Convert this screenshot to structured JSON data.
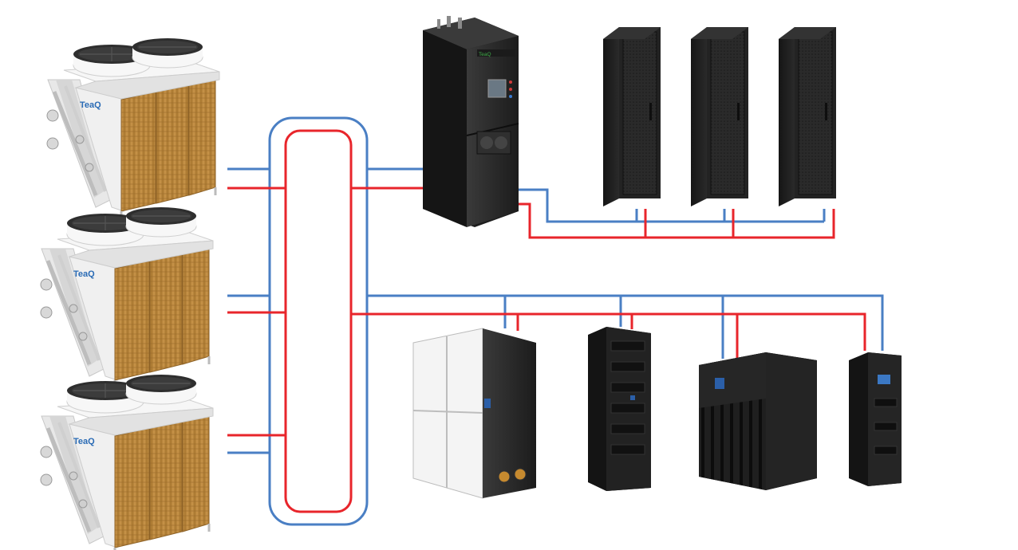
{
  "diagram": {
    "brand": "TeaQ",
    "colors": {
      "supply_pipe": "#e8252b",
      "return_pipe": "#4a7fc4",
      "cabinet": "#2b2b2b",
      "cabinet_dark": "#1a1a1a",
      "coil": "#b8863e",
      "fan_housing": "#f2f2f2",
      "frame": "#dcdcdc"
    },
    "components": {
      "dry_coolers": [
        "dry-cooler-1",
        "dry-cooler-2",
        "dry-cooler-3"
      ],
      "pump_unit": "pump-cabinet",
      "server_racks": [
        "server-rack-1",
        "server-rack-2",
        "server-rack-3"
      ],
      "cooling_units": [
        "cooling-unit-1",
        "cooling-unit-2",
        "cooling-unit-3",
        "cooling-unit-4"
      ]
    }
  }
}
